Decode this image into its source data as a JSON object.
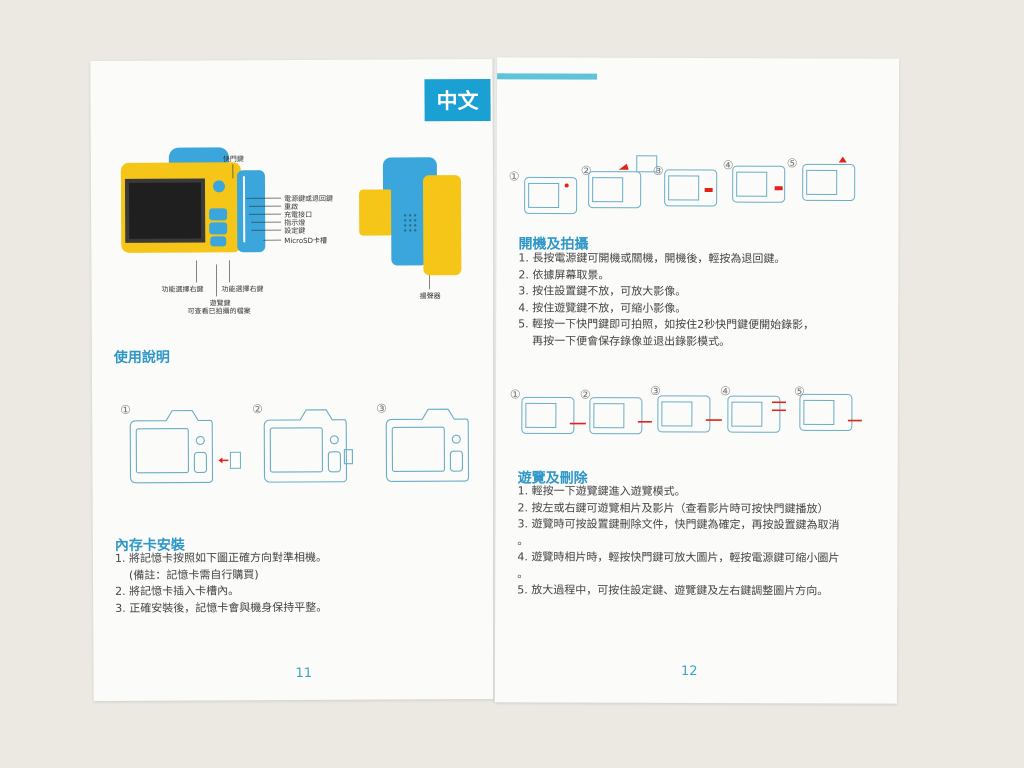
{
  "left_page": {
    "lang_tab": "中文",
    "camera_labels": {
      "shutter": "快門鍵",
      "power_back": "電源鍵或退回鍵",
      "reset": "重啟",
      "charge_port": "充電接口",
      "indicator": "指示燈",
      "settings": "設定鍵",
      "microsd": "MicroSD卡槽",
      "func_right_1": "功能選擇右鍵",
      "func_right_2": "功能選擇右鍵",
      "browse_key": "遊覽鍵",
      "browse_desc": "可查看已拍攝的檔案",
      "speaker": "揚聲器"
    },
    "usage_heading": "使用說明",
    "step_numbers": [
      "①",
      "②",
      "③"
    ],
    "memory_heading": "內存卡安裝",
    "memory_items": [
      "1. 將記憶卡按照如下圖正確方向對準相機。",
      "    (備註：記憶卡需自行購買)",
      "2. 將記憶卡插入卡槽內。",
      "3. 正確安裝後，記憶卡會與機身保持平整。"
    ],
    "page_number": "11"
  },
  "right_page": {
    "top_step_numbers": [
      "①",
      "②",
      "③",
      "④",
      "⑤"
    ],
    "power_heading": "開機及拍攝",
    "power_items": [
      "1. 長按電源鍵可開機或關機，開機後，輕按為退回鍵。",
      "2. 依據屏幕取景。",
      "3. 按住設置鍵不放，可放大影像。",
      "4. 按住遊覽鍵不放，可縮小影像。",
      "5. 輕按一下快門鍵即可拍照，如按住2秒快門鍵便開始錄影，",
      "    再按一下便會保存錄像並退出錄影模式。"
    ],
    "bottom_step_numbers": [
      "①",
      "②",
      "③",
      "④",
      "⑤"
    ],
    "browse_heading": "遊覽及刪除",
    "browse_items": [
      "1. 輕按一下遊覽鍵進入遊覽模式。",
      "2. 按左或右鍵可遊覽相片及影片（查看影片時可按快門鍵播放）",
      "3. 遊覽時可按設置鍵刪除文件，快門鍵為確定，再按設置鍵為取消",
      "。",
      "4. 遊覽時相片時，輕按快門鍵可放大圖片，輕按電源鍵可縮小圖片",
      "。",
      "5. 放大過程中，可按住設定鍵、遊覽鍵及左右鍵調整圖片方向。"
    ],
    "page_number": "12"
  },
  "colors": {
    "accent_blue": "#1aa0d3",
    "heading_blue": "#2f97c7",
    "camera_yellow": "#f5c518",
    "camera_blue": "#3aa6dc",
    "arrow_red": "#e2231a",
    "line_art": "#6aaec4"
  }
}
